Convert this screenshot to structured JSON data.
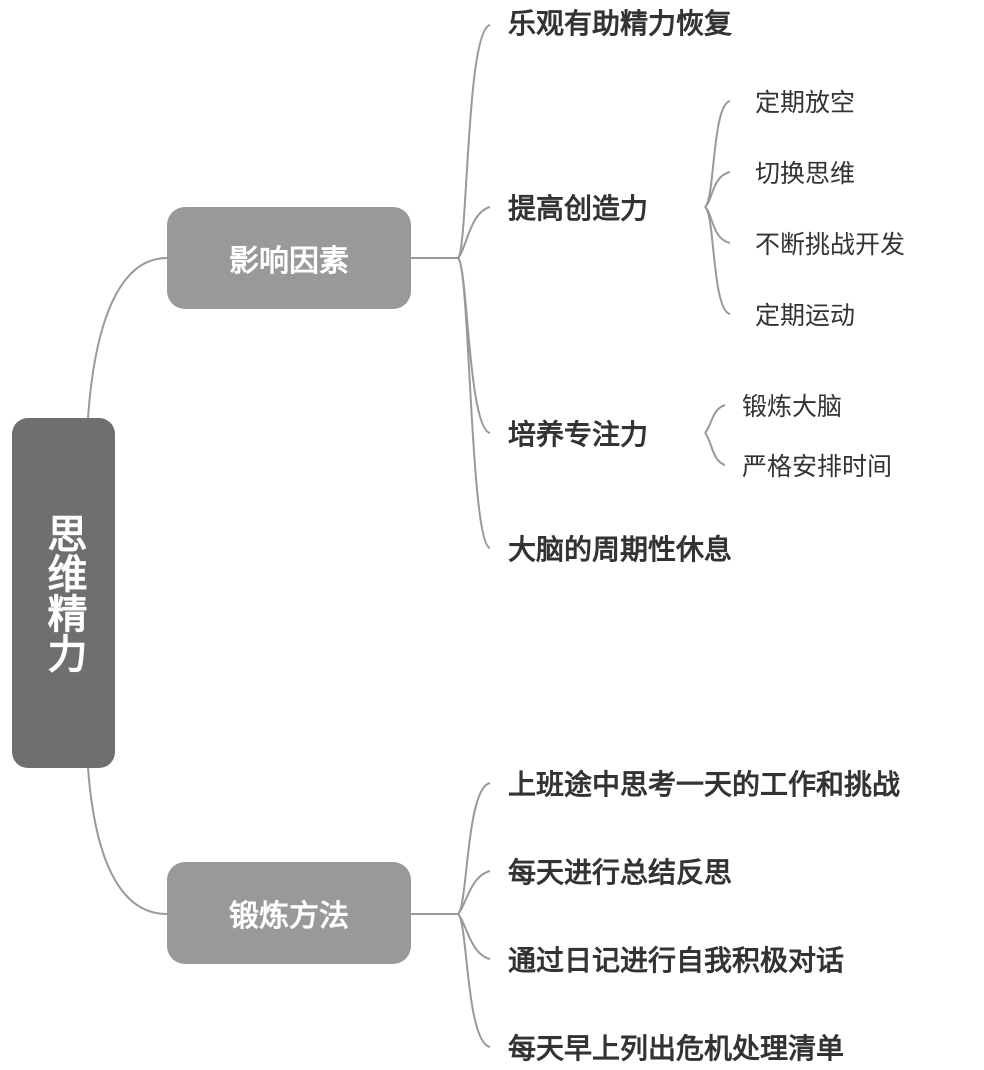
{
  "root": {
    "label": "思维精力",
    "color": "#6f6f6f"
  },
  "branches": [
    {
      "label": "影响因素",
      "children": [
        {
          "label": "乐观有助精力恢复",
          "children": []
        },
        {
          "label": "提高创造力",
          "children": [
            "定期放空",
            "切换思维",
            "不断挑战开发",
            "定期运动"
          ]
        },
        {
          "label": "培养专注力",
          "children": [
            "锻炼大脑",
            "严格安排时间"
          ]
        },
        {
          "label": "大脑的周期性休息",
          "children": []
        }
      ]
    },
    {
      "label": "锻炼方法",
      "children": [
        {
          "label": "上班途中思考一天的工作和挑战",
          "children": []
        },
        {
          "label": "每天进行总结反思",
          "children": []
        },
        {
          "label": "通过日记进行自我积极对话",
          "children": []
        },
        {
          "label": "每天早上列出危机处理清单",
          "children": []
        }
      ]
    }
  ],
  "colors": {
    "branch": "#999999",
    "line": "#999999",
    "text": "#333333"
  }
}
